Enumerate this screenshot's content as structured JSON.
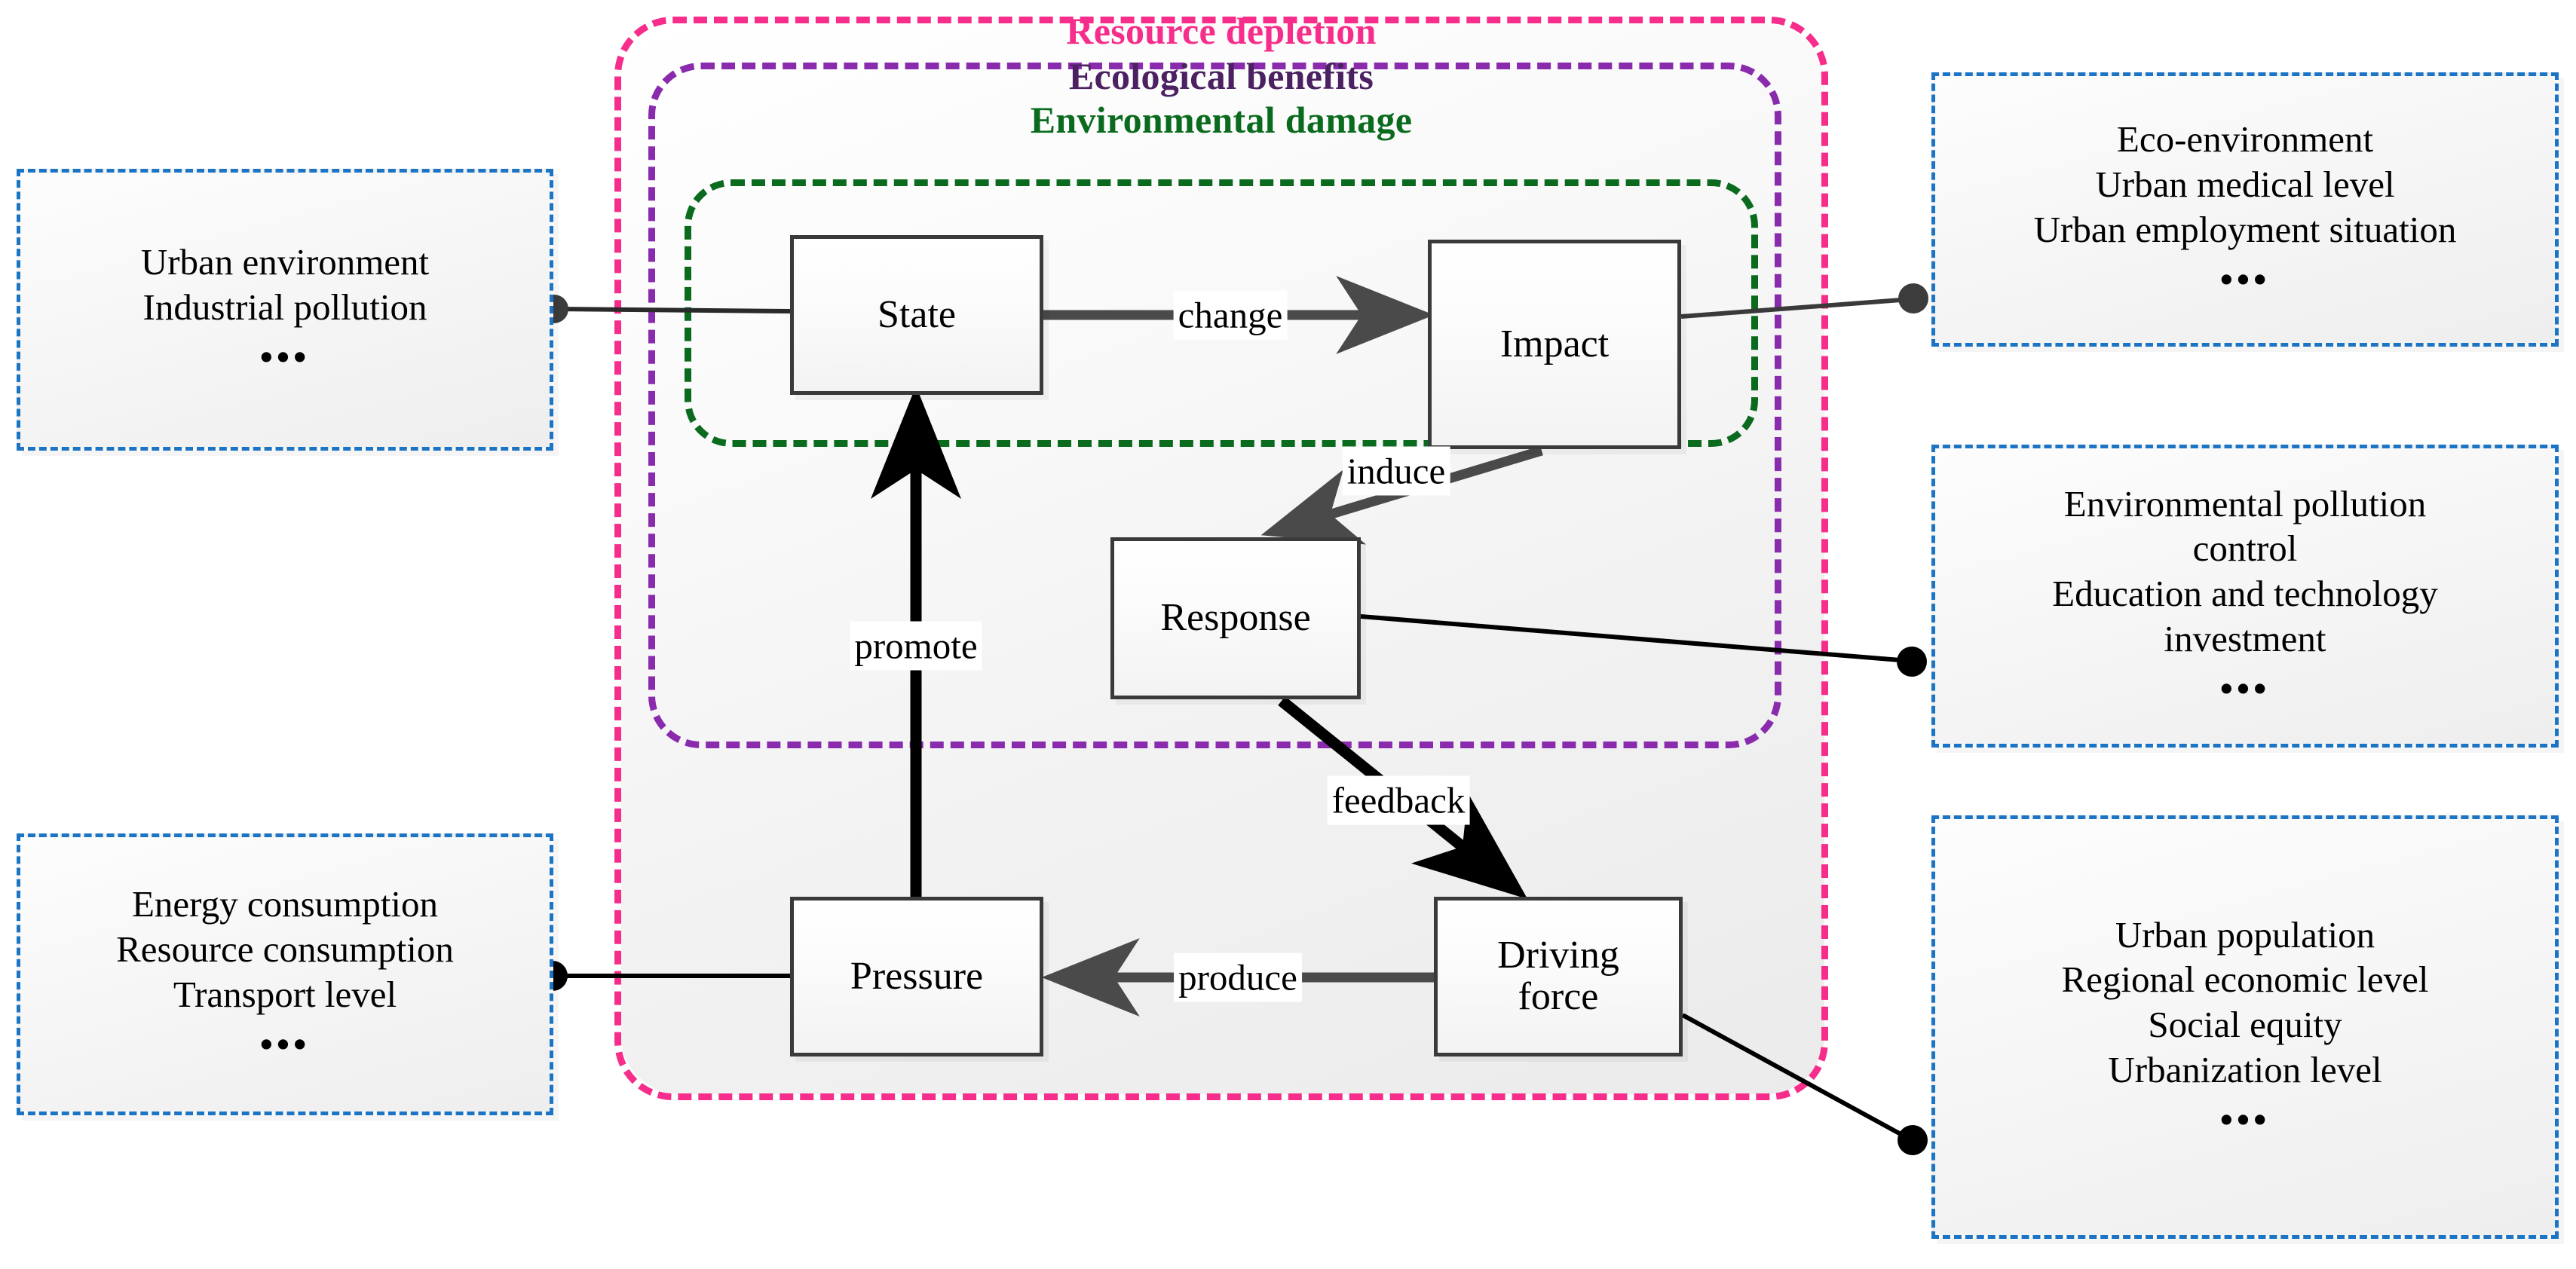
{
  "diagram": {
    "title_visible": false,
    "type": "DPSIR conceptual framework diagram"
  },
  "boundaries": [
    {
      "id": "resource-depletion",
      "label": "Resource depletion",
      "color": "#F62D8B"
    },
    {
      "id": "ecological-benefits",
      "label": "Ecological benefits",
      "color": "#4B2161"
    },
    {
      "id": "environmental-damage",
      "label": "Environmental damage",
      "color": "#0A6B1E"
    }
  ],
  "nodes": [
    {
      "id": "state",
      "label": "State"
    },
    {
      "id": "impact",
      "label": "Impact"
    },
    {
      "id": "response",
      "label": "Response"
    },
    {
      "id": "pressure",
      "label": "Pressure"
    },
    {
      "id": "driving-force",
      "label": "Driving\nforce",
      "line1": "Driving",
      "line2": "force"
    }
  ],
  "edges": [
    {
      "id": "state-to-impact",
      "label": "change",
      "from": "state",
      "to": "impact"
    },
    {
      "id": "impact-to-response",
      "label": "induce",
      "from": "impact",
      "to": "response"
    },
    {
      "id": "response-to-driving-force",
      "label": "feedback",
      "from": "response",
      "to": "driving-force"
    },
    {
      "id": "driving-force-to-pressure",
      "label": "produce",
      "from": "driving-force",
      "to": "pressure"
    },
    {
      "id": "pressure-to-state",
      "label": "promote",
      "from": "pressure",
      "to": "state"
    }
  ],
  "indicator_boxes": [
    {
      "id": "state-indicators",
      "position": "top-left",
      "lines": [
        "Urban environment",
        "Industrial pollution"
      ],
      "ellipsis": "•••",
      "linked_node": "state"
    },
    {
      "id": "impact-indicators",
      "position": "top-right",
      "lines": [
        "Eco-environment",
        "Urban medical level",
        "Urban employment situation"
      ],
      "ellipsis": "•••",
      "linked_node": "impact"
    },
    {
      "id": "response-indicators",
      "position": "middle-right",
      "lines": [
        "Environmental pollution",
        "control",
        "Education and technology",
        "investment"
      ],
      "ellipsis": "•••",
      "linked_node": "response"
    },
    {
      "id": "pressure-indicators",
      "position": "bottom-left",
      "lines": [
        "Energy consumption",
        "Resource consumption",
        "Transport level"
      ],
      "ellipsis": "•••",
      "linked_node": "pressure"
    },
    {
      "id": "driving-force-indicators",
      "position": "bottom-right",
      "lines": [
        "Urban population",
        "Regional economic level",
        "Social equity",
        "Urbanization level"
      ],
      "ellipsis": "•••",
      "linked_node": "driving-force"
    }
  ],
  "colors": {
    "pink": "#F62D8B",
    "purple_border": "#8A2BAE",
    "purple_text": "#4B2161",
    "green": "#0A6B1E",
    "blue_dash": "#1B74C4",
    "node_border": "#3A3A3A",
    "arrow_gray": "#4A4A4A",
    "arrow_black": "#000000"
  }
}
